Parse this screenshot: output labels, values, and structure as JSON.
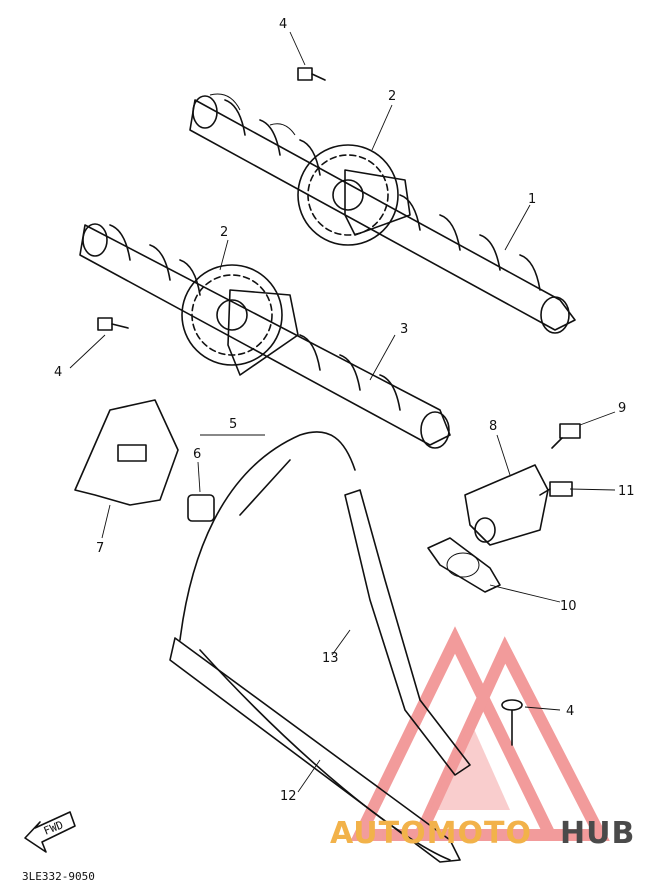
{
  "callouts": {
    "c1": "1",
    "c2a": "2",
    "c2b": "2",
    "c3": "3",
    "c4a": "4",
    "c4b": "4",
    "c4c": "4",
    "c5": "5",
    "c6": "6",
    "c7": "7",
    "c8": "8",
    "c9": "9",
    "c10": "10",
    "c11": "11",
    "c12": "12",
    "c13": "13"
  },
  "direction_label": "FWD",
  "diagram_code": "3LE332-9050",
  "watermark": {
    "part1": "AUTOMOTO",
    "part2": "HUB",
    "color_primary": "#f2b24a",
    "color_secondary": "#4a4a4a",
    "triangle_color": "#e84a4a"
  }
}
